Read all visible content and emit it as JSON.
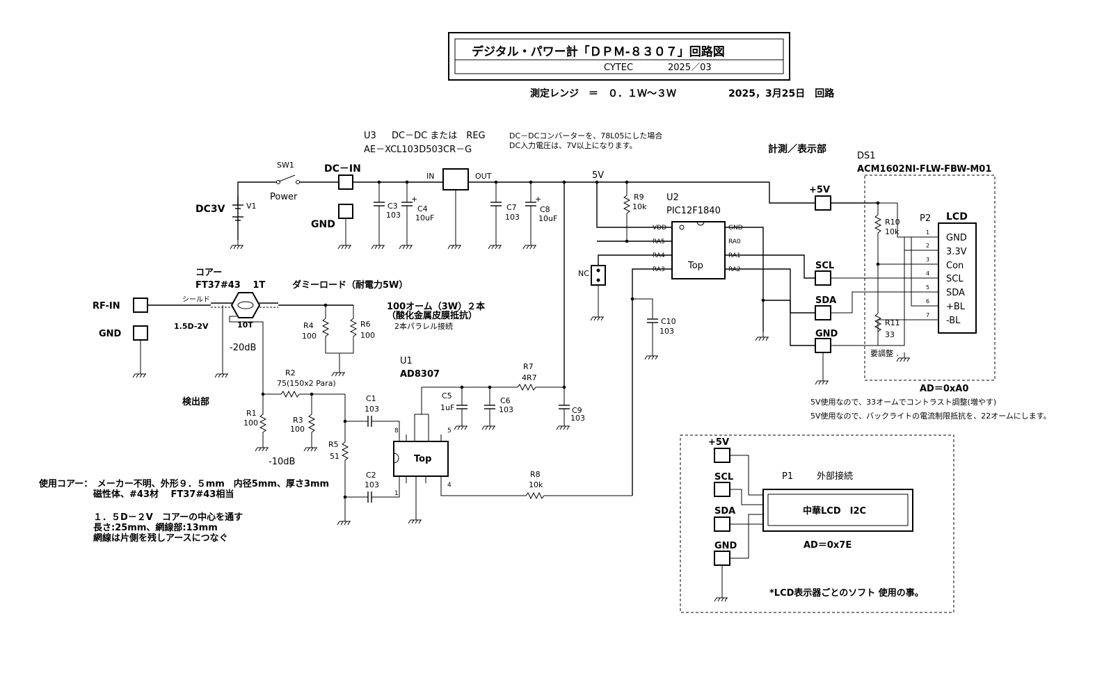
{
  "title": {
    "main": "デジタル・パワー計「ＤＰＭ-８３０７」回路図",
    "company": "CYTEC",
    "date": "2025／03"
  },
  "header": {
    "range": "測定レンジ　＝　０．１Ｗ～３Ｗ",
    "revision": "2025，3月25日　回路"
  },
  "power": {
    "u3_ref": "U3",
    "u3_desc": "DC－DC または　REG",
    "u3_part": "AE－XCL103D503CR－G",
    "note1": "DC－DCコンバーターを、78L05にした場合",
    "note2": "DC入力電圧は、7V以上になります。",
    "sw1": "SW1",
    "power_label": "Power",
    "dc3v": "DC3V",
    "v1": "V1",
    "dc_in": "DC－IN",
    "gnd": "GND",
    "in": "IN",
    "out": "OUT",
    "c3": "C3",
    "c3_val": "103",
    "c4": "C4",
    "c4_val": "10uF",
    "c7": "C7",
    "c7_val": "103",
    "c8": "C8",
    "c8_val": "10uF",
    "v5": "5V",
    "r9": "R9",
    "r9_val": "10k"
  },
  "mcu": {
    "u2": "U2",
    "part": "PIC12F1840",
    "pins_left": [
      "VDD",
      "RA5",
      "RA4",
      "RA3"
    ],
    "pins_right": [
      "GND",
      "RA0",
      "RA1",
      "RA2"
    ],
    "top": "Top",
    "nc": "NC",
    "c10": "C10",
    "c10_val": "103"
  },
  "display": {
    "section": "計測／表示部",
    "ds1": "DS1",
    "ds1_part": "ACM1602NI-FLW-FBW-M01",
    "plus5v": "+5V",
    "scl": "SCL",
    "sda": "SDA",
    "gnd": "GND",
    "r10": "R10",
    "r10_val": "10k",
    "r11": "R11",
    "r11_val": "33",
    "adjust": "要調整",
    "p2": "P2",
    "lcd": "LCD",
    "pin_numbers": [
      "1",
      "2",
      "3",
      "4",
      "5",
      "6",
      "7"
    ],
    "lcd_pins": [
      "GND",
      "3.3V",
      "Con",
      "SCL",
      "SDA",
      "+BL",
      "-BL"
    ],
    "address": "AD＝0xA0",
    "note1": "5V使用なので、33オームでコントラスト調整(増やす)",
    "note2": "5V使用なので、バックライトの電流制限抵抗を、22オームにします。"
  },
  "rf": {
    "core_label": "コアー",
    "core_part": "FT37#43　 1T",
    "dummy_load": "ダミーロード（耐電力5W）",
    "rf_in": "RF-IN",
    "gnd": "GND",
    "shield": "シールド",
    "cable": "1.5D-2V",
    "turns": "10T",
    "att20": "-20dB",
    "r4": "R4",
    "r4_val": "100",
    "r6": "R6",
    "r6_val": "100",
    "res_note1": "100オーム（3W）２本",
    "res_note2": "（酸化金属皮膜抵抗）",
    "res_note3": "2本パラレル接続"
  },
  "detector": {
    "section": "検出部",
    "r1": "R1",
    "r1_val": "100",
    "r2": "R2",
    "r2_val": "75(150x2 Para)",
    "r3": "R3",
    "r3_val": "100",
    "r5": "R5",
    "r5_val": "51",
    "att10": "-10dB",
    "c1": "C1",
    "c1_val": "103",
    "c2": "C2",
    "c2_val": "103",
    "u1": "U1",
    "u1_part": "AD8307",
    "top": "Top",
    "pins": [
      "8",
      "1",
      "5",
      "4"
    ],
    "c5": "C5",
    "c5_val": "1uF",
    "c6": "C6",
    "c6_val": "103",
    "r7": "R7",
    "r7_val": "4R7",
    "c9": "C9",
    "c9_val": "103",
    "r8": "R8",
    "r8_val": "10k"
  },
  "core_notes": {
    "line1": "使用コアー：　メーカー不明、外形９．５mm　内径5mm、厚さ3mm",
    "line2": "磁性体、#43材　 FT37#43相当",
    "line3": "１．５D－２V　コアーの中心を通す",
    "line4": "長さ:25mm、網線部:13mm",
    "line5": "網線は片側を残しアースにつなぐ"
  },
  "external": {
    "plus5v": "+5V",
    "scl": "SCL",
    "sda": "SDA",
    "gnd": "GND",
    "p1": "P1",
    "p1_desc": "外部接続",
    "lcd_name": "中華LCD　I2C",
    "address": "AD＝0x7E",
    "note": "*LCD表示器ごとのソフト 使用の事。"
  }
}
